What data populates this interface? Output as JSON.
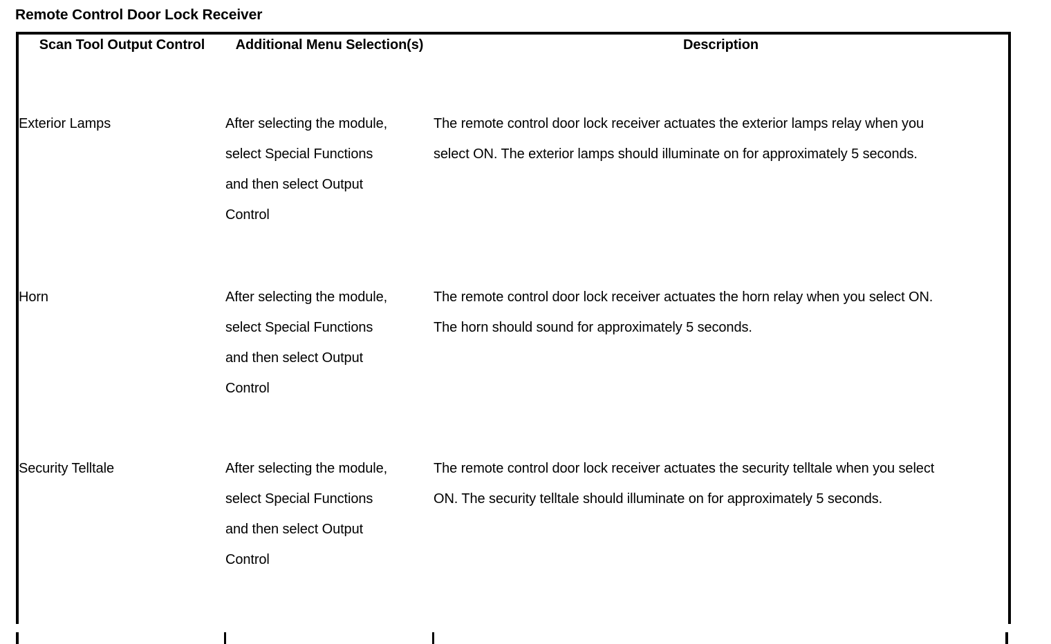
{
  "document": {
    "title": "Remote Control Door Lock Receiver"
  },
  "table": {
    "headers": {
      "control": "Scan Tool Output Control",
      "menu": "Additional Menu Selection(s)",
      "description": "Description"
    },
    "rows": [
      {
        "control": "Exterior Lamps",
        "menu": "After selecting the module, select Special Functions and then select Output Control",
        "description": "The remote control door lock receiver actuates the exterior lamps relay when you select ON. The exterior lamps should illuminate on for approximately 5 seconds."
      },
      {
        "control": "Horn",
        "menu": "After selecting the module, select Special Functions and then select Output Control",
        "description": "The remote control door lock receiver actuates the horn relay when you select ON. The horn should sound for approximately 5 seconds."
      },
      {
        "control": "Security Telltale",
        "menu": "After selecting the module, select Special Functions and then select Output Control",
        "description": "The remote control door lock receiver actuates the security telltale when you select ON. The security telltale should illuminate on for approximately 5 seconds."
      }
    ]
  },
  "colors": {
    "text": "#000000",
    "border": "#000000",
    "background": "#ffffff"
  }
}
